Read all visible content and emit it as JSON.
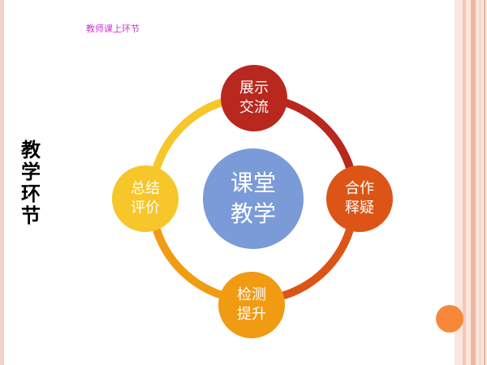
{
  "header": {
    "caption": "教师课上环节"
  },
  "side_title": "教学环节",
  "diagram": {
    "center": {
      "line1": "课堂",
      "line2": "教学"
    },
    "nodes": [
      {
        "position": "top",
        "line1": "展示",
        "line2": "交流",
        "color": "#b8281e"
      },
      {
        "position": "right",
        "line1": "合作",
        "line2": "释疑",
        "color": "#dc5516"
      },
      {
        "position": "bottom",
        "line1": "检测",
        "line2": "提升",
        "color": "#f09b12"
      },
      {
        "position": "left",
        "line1": "总结",
        "line2": "评价",
        "color": "#f6c62a"
      }
    ],
    "ring_colors": [
      "#b8281e",
      "#dc5516",
      "#f09b12",
      "#f6c62a"
    ]
  }
}
